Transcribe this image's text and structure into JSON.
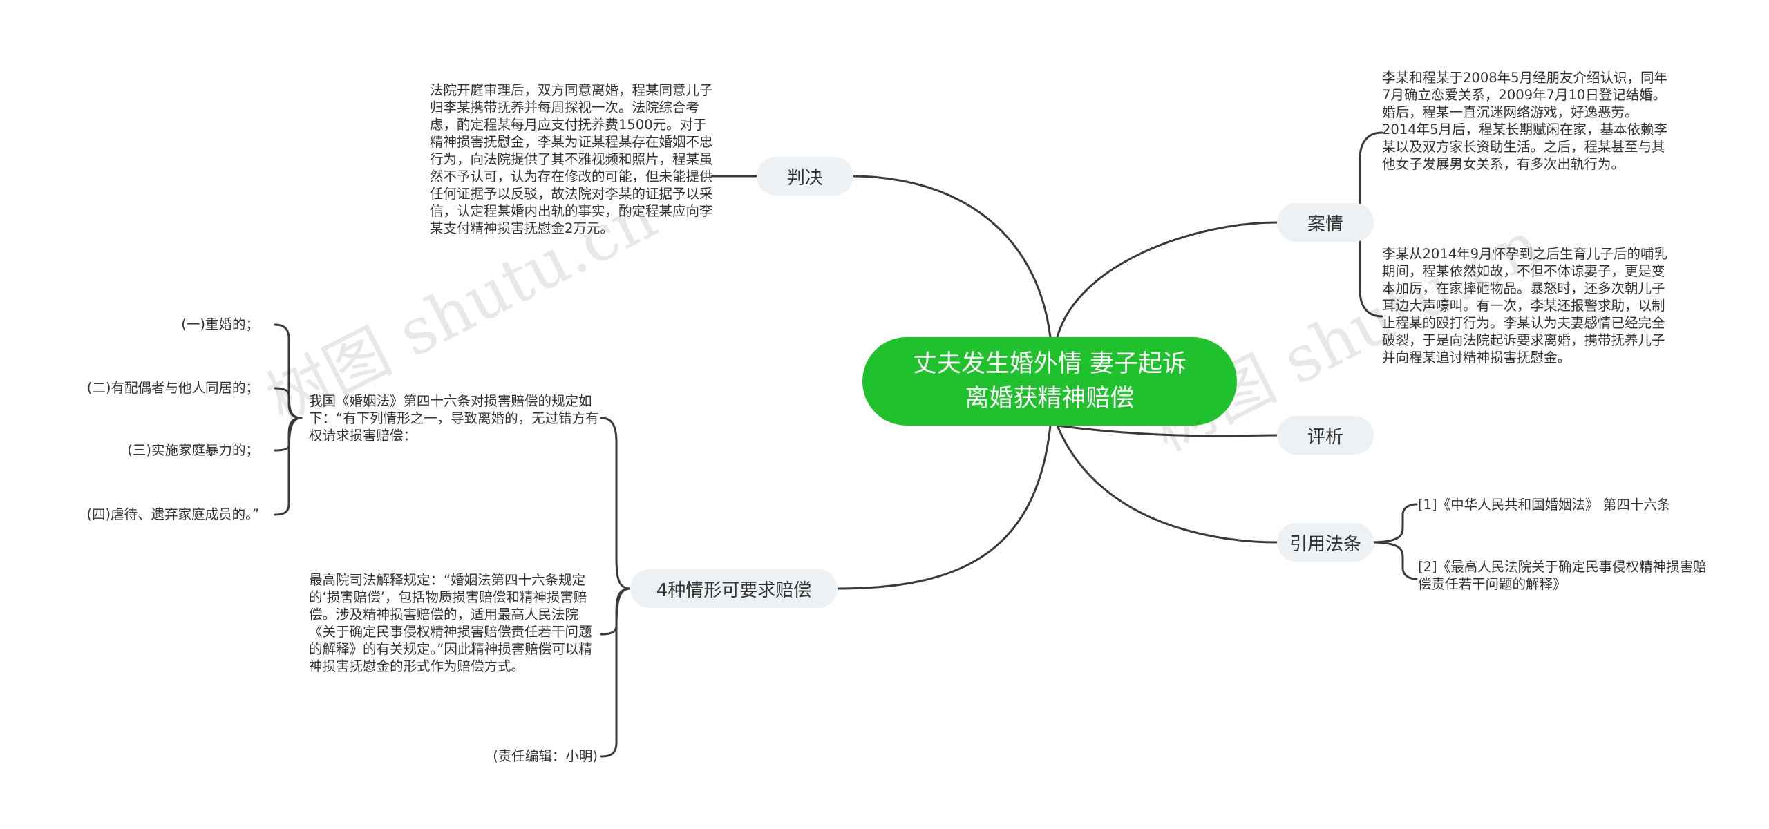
{
  "root": {
    "title": "丈夫发生婚外情 妻子起诉离婚获精神赔偿",
    "color": "#1fc12c"
  },
  "watermark": "树图 shutu.cn",
  "branches": {
    "judgment": "判决",
    "case": "案情",
    "comment": "评析",
    "citation": "引用法条",
    "four_cases": "4种情形可要求赔偿"
  },
  "leaves": {
    "judgment_text": "法院开庭审理后，双方同意离婚，程某同意儿子归李某携带抚养并每周探视一次。法院综合考虑，酌定程某每月应支付抚养费1500元。对于精神损害抚慰金，李某为证某程某存在婚姻不忠行为，向法院提供了其不雅视频和照片，程某虽然不予认可，认为存在修改的可能，但未能提供任何证据予以反驳，故法院对李某的证据予以采信，认定程某婚内出轨的事实，酌定程某应向李某支付精神损害抚慰金2万元。",
    "case_text_1": "李某和程某于2008年5月经朋友介绍认识，同年7月确立恋爱关系，2009年7月10日登记结婚。婚后，程某一直沉迷网络游戏，好逸恶劳。2014年5月后，程某长期赋闲在家，基本依赖李某以及双方家长资助生活。之后，程某甚至与其他女子发展男女关系，有多次出轨行为。",
    "case_text_2": "李某从2014年9月怀孕到之后生育儿子后的哺乳期间，程某依然如故，不但不体谅妻子，更是变本加厉，在家摔砸物品。暴怒时，还多次朝儿子耳边大声嚎叫。有一次，李某还报警求助，以制止程某的殴打行为。李某认为夫妻感情已经完全破裂，于是向法院起诉要求离婚，携带抚养儿子并向程某追讨精神损害抚慰金。",
    "citation_1": "[1]《中华人民共和国婚姻法》 第四十六条",
    "citation_2": "[2]《最高人民法院关于确定民事侵权精神损害赔偿责任若干问题的解释》",
    "law_text": "我国《婚姻法》第四十六条对损害赔偿的规定如下：“有下列情形之一，导致离婚的，无过错方有权请求损害赔偿：",
    "item_1": "(一)重婚的；",
    "item_2": "(二)有配偶者与他人同居的；",
    "item_3": "(三)实施家庭暴力的；",
    "item_4": "(四)虐待、遗弃家庭成员的。”",
    "interpretation_text": "最高院司法解释规定：“婚姻法第四十六条规定的‘损害赔偿’，包括物质损害赔偿和精神损害赔偿。涉及精神损害赔偿的，适用最高人民法院《关于确定民事侵权精神损害赔偿责任若干问题的解释》的有关规定。”因此精神损害赔偿可以精神损害抚慰金的形式作为赔偿方式。",
    "editor": "(责任编辑：小明)"
  }
}
